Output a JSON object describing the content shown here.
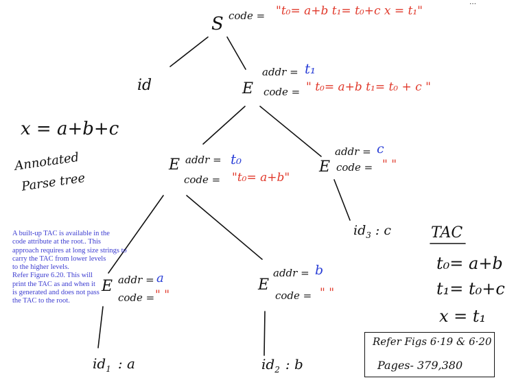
{
  "tree": {
    "root": {
      "symbol": "S",
      "attr": "code =",
      "code_value": "\"t₀= a+b   t₁= t₀+c   x = t₁\""
    },
    "id_left": "id",
    "E1": {
      "symbol": "E",
      "addr_label": "addr =",
      "addr_value": "t₁",
      "code_label": "code =",
      "code_value": "\" t₀= a+b   t₁= t₀ + c \""
    },
    "E2": {
      "symbol": "E",
      "addr_label": "addr =",
      "addr_value": "t₀",
      "code_label": "code =",
      "code_value": "\"t₀= a+b\""
    },
    "E3": {
      "symbol": "E",
      "addr_label": "addr =",
      "addr_value": "c",
      "code_label": "code =",
      "code_value": "\" \""
    },
    "E4": {
      "symbol": "E",
      "addr_label": "addr =",
      "addr_value": "a",
      "code_label": "code =",
      "code_value": "\" \""
    },
    "E5": {
      "symbol": "E",
      "addr_label": "addr =",
      "addr_value": "b",
      "code_label": "code =",
      "code_value": "\" \""
    },
    "id3": {
      "name": "id",
      "sub": "3",
      "value": ": c"
    },
    "id1": {
      "name": "id",
      "sub": "1",
      "value": ": a"
    },
    "id2": {
      "name": "id",
      "sub": "2",
      "value": ": b"
    }
  },
  "expression": "x = a+b+c",
  "caption": {
    "line1": "Annotated",
    "line2": "Parse tree"
  },
  "note_lines": [
    "A built-up TAC is available in the",
    "code attribute at the root.. This",
    "approach requires at long size strings to",
    "carry the TAC from lower levels",
    "to the higher levels.",
    "Refer Figure 6.20. This will",
    "print the TAC as and when it",
    "is generated and does not pass",
    "the TAC to the root."
  ],
  "tac": {
    "heading": "TAC",
    "lines": [
      "t₀= a+b",
      "t₁= t₀+c",
      "x = t₁"
    ]
  },
  "reference": {
    "figs": "Refer Figs 6·19 & 6·20",
    "pages": "Pages- 379,380"
  },
  "colors": {
    "ink": "#111111",
    "red": "#e0392b",
    "blue": "#2a3fd6",
    "note": "#3b3bd0"
  }
}
